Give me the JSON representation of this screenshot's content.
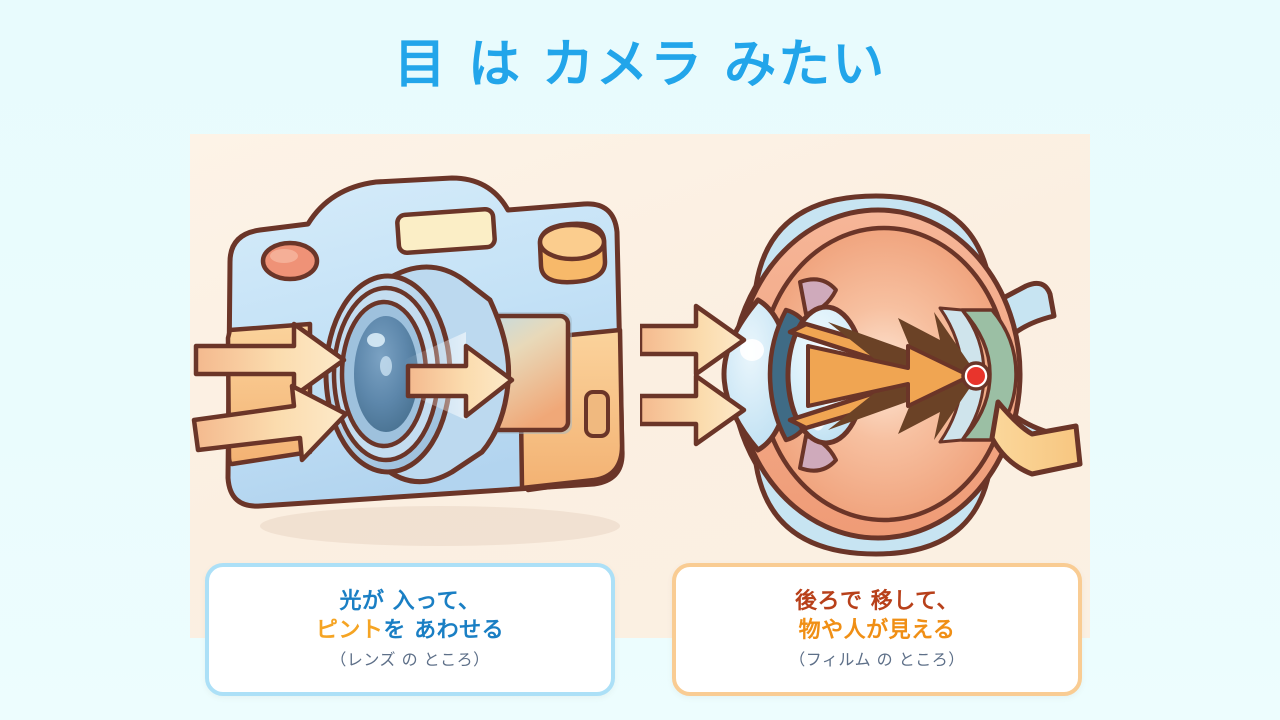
{
  "slide": {
    "title": "目 は カメラ みたい",
    "title_color": "#22a5ea",
    "background_color": "#e8fbfd",
    "panel_color": "#fbf0e3"
  },
  "illustrations": {
    "camera": {
      "name": "camera-illustration",
      "body_color": "#bedff4",
      "grip_color": "#f7c88c",
      "outline_color": "#6b3528",
      "lens_color": "#8fb6d6",
      "sensor_gradient": [
        "#a9d6ec",
        "#f2b07c"
      ],
      "shutter_button_color": "#ef9277",
      "dial_color": "#f7b96a",
      "arrow_color": "#fbdcae",
      "arrow_count": 2
    },
    "eye": {
      "name": "eye-diagram-illustration",
      "sclera_color": "#f3a882",
      "vitreous_color": "#f2a87f",
      "cornea_color": "#cfe7f5",
      "iris_color": "#3f6b85",
      "lens_color": "#cfeaf7",
      "retina_color": "#8fb79a",
      "macula_color": "#e8342c",
      "optic_nerve_color": "#f9cf8e",
      "outline_color": "#6b3528",
      "ray_color": "#f0a552",
      "image_arrow_color": "#6b4226",
      "arrow_color": "#fbdcae",
      "arrow_count": 2
    }
  },
  "cards": [
    {
      "name": "camera-caption-card",
      "border_color": "#ace0f7",
      "line1": "光が 入って、",
      "line2_pre": "ピント",
      "line2_post": "を あわせる",
      "sub": "（レンズ の ところ）",
      "line1_color": "#1a7fc4",
      "highlight_color": "#f5a423",
      "sub_color": "#5d6f88"
    },
    {
      "name": "eye-caption-card",
      "border_color": "#f9cc93",
      "line1": "後ろで 移して、",
      "line2": "物や人が見える",
      "sub": "（フィルム の ところ）",
      "line1_color": "#b8401a",
      "line2_color": "#f08f15",
      "sub_color": "#5d6f88"
    }
  ]
}
